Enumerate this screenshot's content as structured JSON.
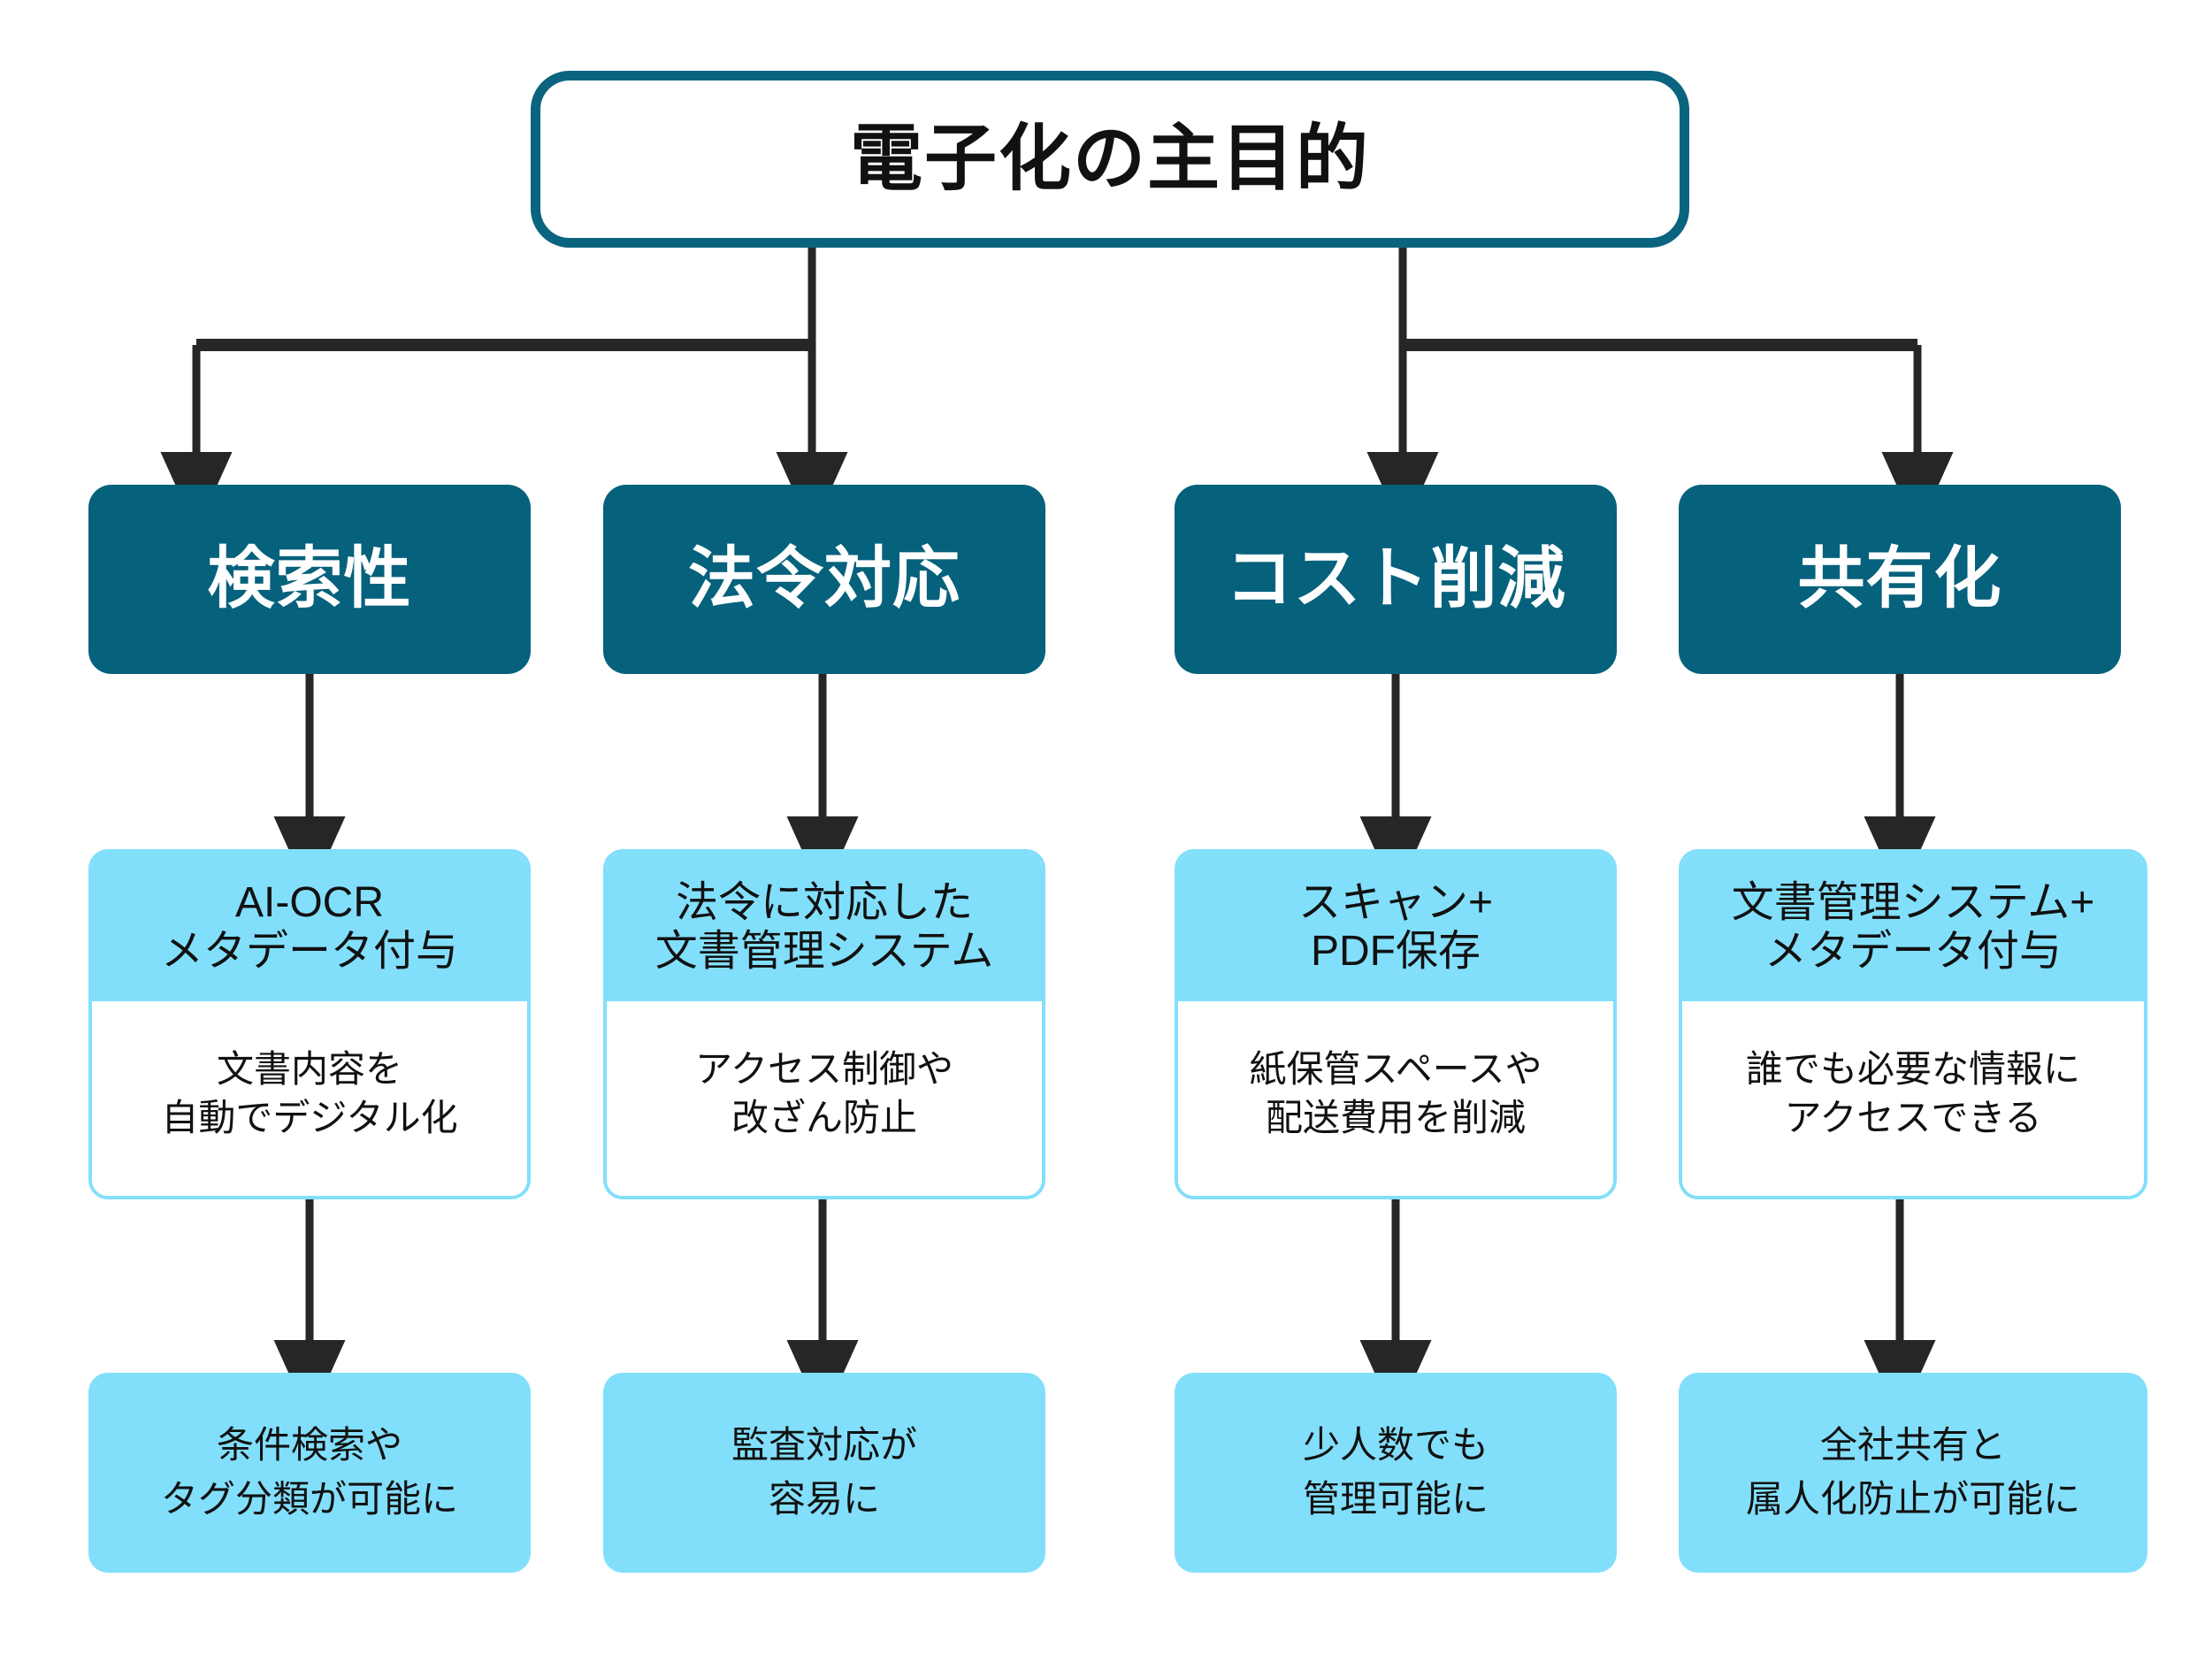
{
  "diagram": {
    "title": "電子化の主目的",
    "colors": {
      "root_border": "#0A6480",
      "pillar_fill": "#06617C",
      "card_accent": "#82DFFB",
      "connector": "#262626",
      "background": "#FFFFFF",
      "text": "#111111",
      "pillar_text": "#FFFFFF"
    },
    "columns": [
      {
        "pillar": "検索性",
        "card_head": "AI-OCR\nメタデータ付与",
        "card_body": "文書内容を\n自動でデジタル化",
        "outcome": "条件検索や\nタグ分類が可能に"
      },
      {
        "pillar": "法令対応",
        "card_head": "法令に対応した\n文書管理システム",
        "card_body": "アクセス制御や\n改ざん防止",
        "outcome": "監査対応が\n容易に"
      },
      {
        "pillar": "コスト削減",
        "card_head": "スキャン+\nPDF保存",
        "card_body": "紙保管スペースや\n配送費用を削減",
        "outcome": "少人数でも\n管理可能に"
      },
      {
        "pillar": "共有化",
        "card_head": "文書管理システム+\nメタデータ付与",
        "card_body": "誰でも必要な情報に\nアクセスできる",
        "outcome": "全社共有と\n属人化防止が可能に"
      }
    ]
  }
}
